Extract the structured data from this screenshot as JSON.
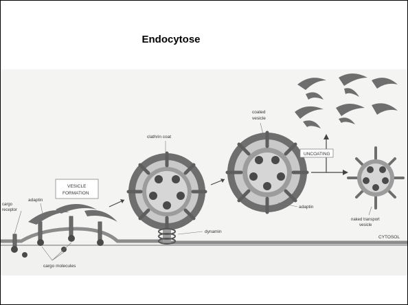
{
  "slide": {
    "title": "Endocytose"
  },
  "figure": {
    "labels": {
      "cargo_receptor_line1": "cargo",
      "cargo_receptor_line2": "receptor",
      "adaptin_left": "adaptin",
      "vesicle_formation_line1": "VESICLE",
      "vesicle_formation_line2": "FORMATION",
      "cargo_molecules": "cargo molecules",
      "clathrin_coat": "clathrin coat",
      "dynamin": "dynamin",
      "coated_vesicle_line1": "coated",
      "coated_vesicle_line2": "vesicle",
      "adaptin_right": "adaptin",
      "uncoating": "UNCOATING",
      "naked_vesicle_line1": "naked transport",
      "naked_vesicle_line2": "vesicle",
      "cytosol": "CYTOSOL"
    },
    "colors": {
      "background": "#f4f4f2",
      "cytosol": "#f1f1ef",
      "clathrin": "#6e6e6e",
      "membrane": "#9c9c9c",
      "vesicle_inner": "#d2d2d2",
      "cargo": "#4a4a4a"
    }
  }
}
